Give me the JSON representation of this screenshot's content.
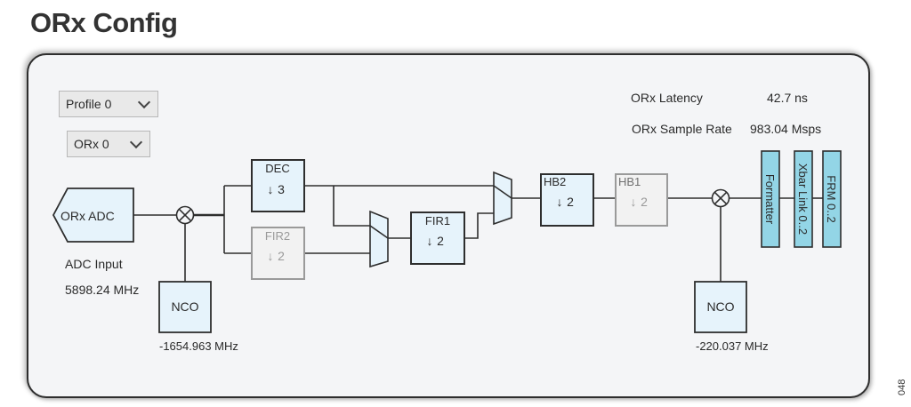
{
  "title": "ORx Config",
  "figure_id": "048",
  "controls": {
    "profile_select": {
      "value": "Profile 0"
    },
    "orx_select": {
      "value": "ORx 0"
    }
  },
  "stats": {
    "latency_label": "ORx Latency",
    "latency_value": "42.7 ns",
    "sample_rate_label": "ORx Sample Rate",
    "sample_rate_value": "983.04 Msps"
  },
  "adc": {
    "label": "ORx ADC",
    "input_label": "ADC Input",
    "input_freq": "5898.24 MHz"
  },
  "blocks": {
    "dec": {
      "name": "DEC",
      "factor": "3",
      "enabled": true
    },
    "fir2": {
      "name": "FIR2",
      "factor": "2",
      "enabled": false
    },
    "fir1": {
      "name": "FIR1",
      "factor": "2",
      "enabled": true
    },
    "hb2": {
      "name": "HB2",
      "factor": "2",
      "enabled": true
    },
    "hb1": {
      "name": "HB1",
      "factor": "2",
      "enabled": false
    },
    "nco1": {
      "name": "NCO",
      "freq": "-1654.963 MHz"
    },
    "nco2": {
      "name": "NCO",
      "freq": "-220.037 MHz"
    },
    "formatter": {
      "name": "Formatter"
    },
    "xbar": {
      "name": "Xbar Link 0..2"
    },
    "frm": {
      "name": "FRM 0..2"
    }
  },
  "colors": {
    "block_fill": "#e6f3fb",
    "disabled_fill": "#f2f2f2",
    "output_fill": "#93d5e6",
    "line": "#2e2e2e",
    "disabled_line": "#9a9a9a"
  }
}
